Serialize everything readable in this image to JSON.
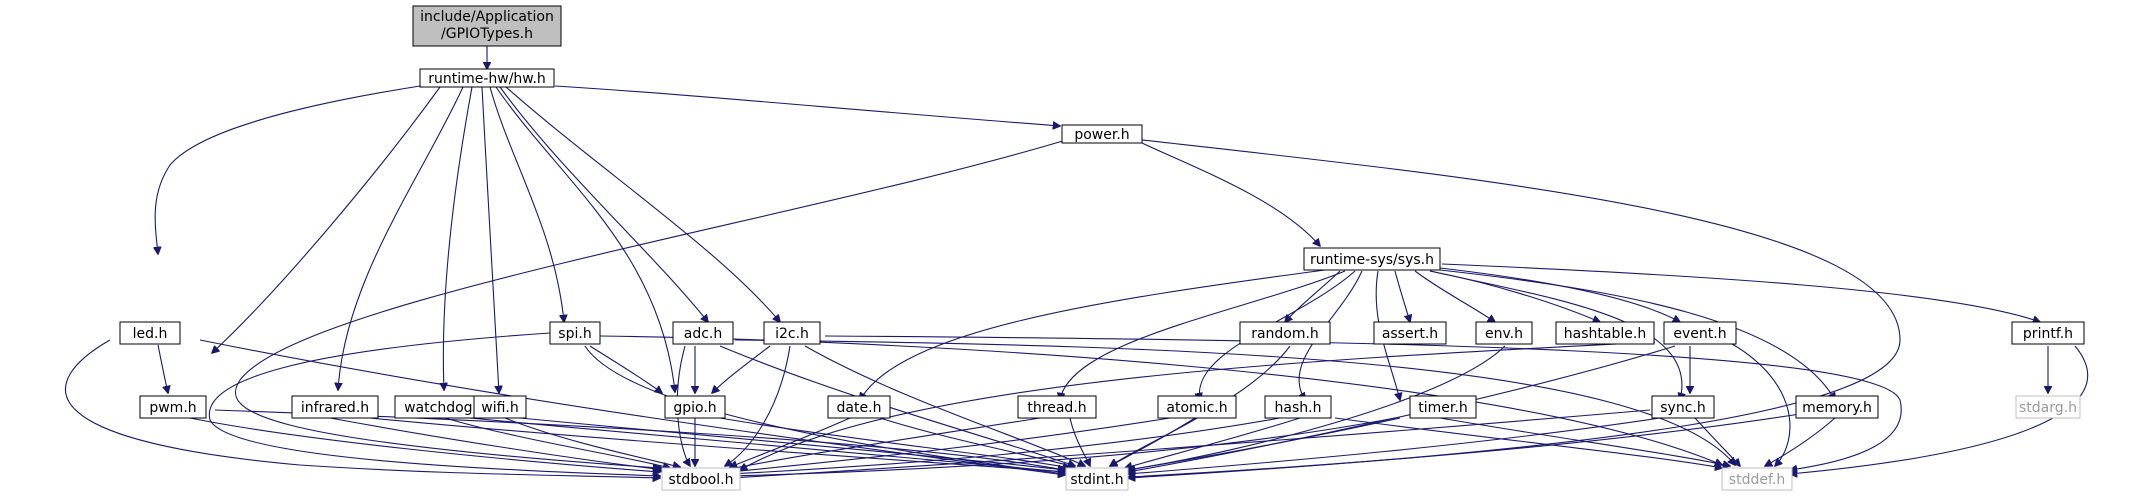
{
  "nodes": {
    "gpiotypes": [
      "include/Application",
      "/GPIOTypes.h"
    ],
    "hw": "runtime-hw/hw.h",
    "power": "power.h",
    "sys": "runtime-sys/sys.h",
    "led": "led.h",
    "spi": "spi.h",
    "adc": "adc.h",
    "i2c": "i2c.h",
    "random": "random.h",
    "assert": "assert.h",
    "env": "env.h",
    "hashtable": "hashtable.h",
    "event": "event.h",
    "printf": "printf.h",
    "pwm": "pwm.h",
    "infrared": "infrared.h",
    "watchdog": "watchdog.h",
    "wifi": "wifi.h",
    "gpio": "gpio.h",
    "date": "date.h",
    "thread": "thread.h",
    "atomic": "atomic.h",
    "hash": "hash.h",
    "timer": "timer.h",
    "sync": "sync.h",
    "memory": "memory.h",
    "stdarg": "stdarg.h",
    "stdbool": "stdbool.h",
    "stdint": "stdint.h",
    "stddef": "stddef.h"
  },
  "colors": {
    "edge": "#191970",
    "root_fill": "#bfbfbf",
    "external_border": "#bfbfbf"
  }
}
